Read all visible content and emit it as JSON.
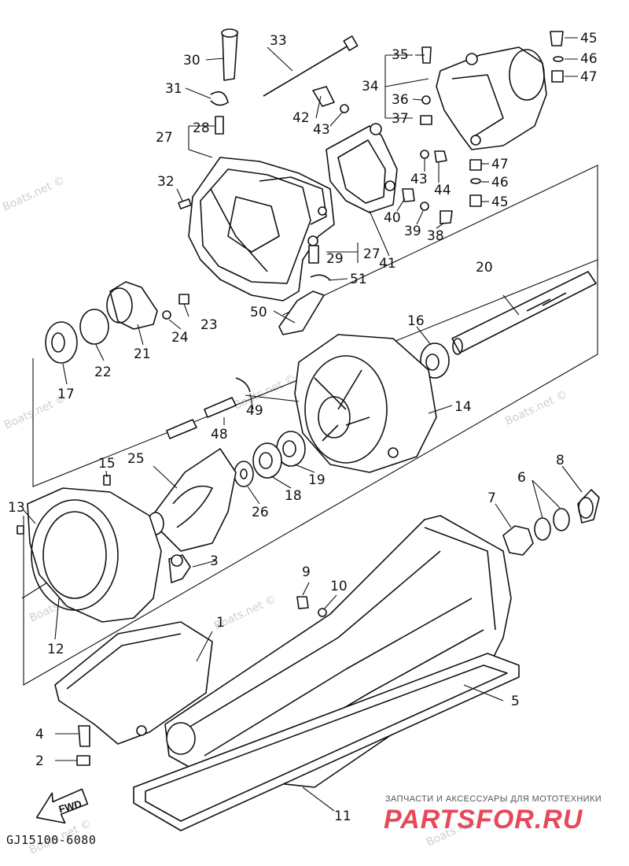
{
  "diagram_code": "GJ15100-6080",
  "fwd_label": "FWD",
  "brand": {
    "tagline": "ЗАПЧАСТИ И АКСЕССУАРЫ ДЛЯ МОТОТЕХНИКИ",
    "logo_text": "PARTSFOR.RU"
  },
  "watermark": "Boats.net ©",
  "callouts": [
    "1",
    "2",
    "3",
    "4",
    "5",
    "6",
    "7",
    "8",
    "9",
    "10",
    "11",
    "12",
    "13",
    "14",
    "15",
    "16",
    "17",
    "18",
    "19",
    "20",
    "21",
    "22",
    "23",
    "24",
    "25",
    "26",
    "27",
    "28",
    "29",
    "30",
    "31",
    "32",
    "33",
    "34",
    "35",
    "36",
    "37",
    "38",
    "39",
    "40",
    "41",
    "42",
    "43",
    "44",
    "45",
    "46",
    "47",
    "48",
    "49",
    "50",
    "51"
  ]
}
